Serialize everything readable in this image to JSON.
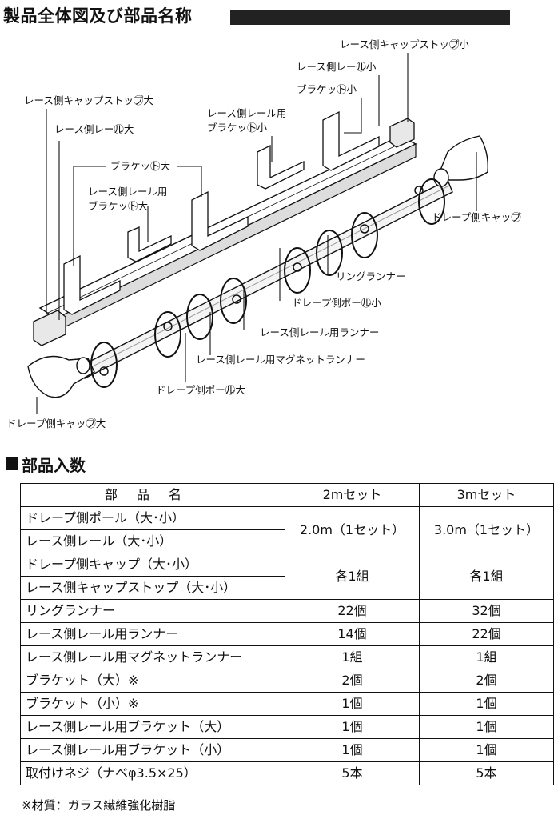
{
  "section1": {
    "title": "製品全体図及び部品名称"
  },
  "diagram": {
    "labels": {
      "lace_cap_stop_small": "レース側キャップストップ⃝小",
      "lace_rail_small": "レース側レール⃝小",
      "bracket_small": "ブラケット⃝小",
      "lace_cap_stop_large": "レース側キャップストップ⃝大",
      "lace_rail_bracket_small_1": "レース側レール用",
      "lace_rail_bracket_small_2": "ブラケット⃝小",
      "lace_rail_large": "レース側レール⃝大",
      "bracket_large": "ブラケット⃝大",
      "lace_rail_bracket_large_1": "レース側レール用",
      "lace_rail_bracket_large_2": "ブラケット⃝大",
      "drape_cap_small": "ドレープ側キャップ⃝",
      "ring_runner": "リングランナー",
      "drape_pole_small": "ドレープ側ポール⃝小",
      "lace_rail_runner": "レース側レール用ランナー",
      "lace_rail_magnet_runner": "レース側レール用マグネットランナー",
      "drape_pole_large": "ドレープ側ポール⃝大",
      "drape_cap_large": "ドレープ側キャップ⃝大"
    }
  },
  "section2": {
    "title": "部品入数"
  },
  "table": {
    "headers": [
      "部品名",
      "2mセット",
      "3mセット"
    ],
    "rows": [
      {
        "name": "ドレープ側ポール（大･小）"
      },
      {
        "name": "レース側レール（大･小）"
      },
      {
        "name": "ドレープ側キャップ（大･小）"
      },
      {
        "name": "レース側キャップストップ（大･小）"
      },
      {
        "name": "リングランナー",
        "v2": "22個",
        "v3": "32個"
      },
      {
        "name": "レース側レール用ランナー",
        "v2": "14個",
        "v3": "22個"
      },
      {
        "name": "レース側レール用マグネットランナー",
        "v2": "1組",
        "v3": "1組"
      },
      {
        "name": "ブラケット（大）※",
        "v2": "2個",
        "v3": "2個"
      },
      {
        "name": "ブラケット（小）※",
        "v2": "1個",
        "v3": "1個"
      },
      {
        "name": "レース側レール用ブラケット（大）",
        "v2": "1個",
        "v3": "1個"
      },
      {
        "name": "レース側レール用ブラケット（小）",
        "v2": "1個",
        "v3": "1個"
      },
      {
        "name": "取付けネジ（ナベφ3.5×25）",
        "v2": "5本",
        "v3": "5本"
      }
    ],
    "merged": {
      "pole_rail_2m": "2.0m（1セット）",
      "pole_rail_3m": "3.0m（1セット）",
      "caps_2m": "各1組",
      "caps_3m": "各1組"
    }
  },
  "note": "※材質：ガラス繊維強化樹脂"
}
